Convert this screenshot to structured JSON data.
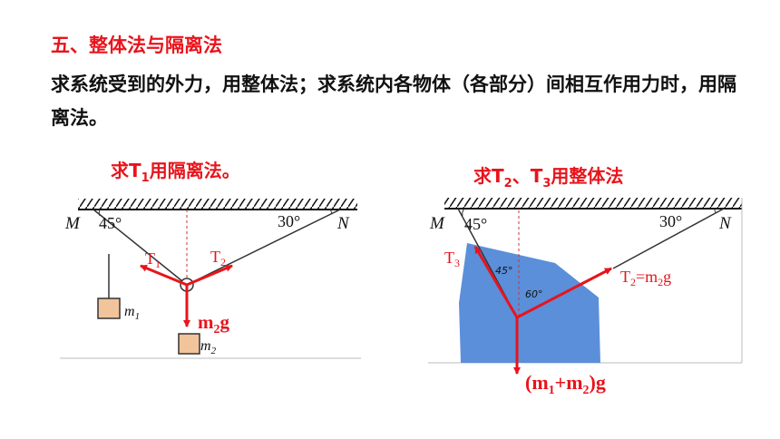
{
  "heading": "五、整体法与隔离法",
  "paragraph": "求系统受到的外力，用整体法；求系统内各物体（各部分）间相互作用力时，用隔离法。",
  "left": {
    "caption": {
      "pre": "求T",
      "sub": "1",
      "post": "用隔离法。"
    },
    "M": "M",
    "N": "N",
    "angle_left": "45°",
    "angle_right": "30°",
    "T1": {
      "main": "T",
      "sub": "1"
    },
    "T2": {
      "main": "T",
      "sub": "2"
    },
    "m1": {
      "main": "m",
      "sub": "1"
    },
    "m2": {
      "main": "m",
      "sub": "2"
    },
    "force": {
      "main": "m",
      "sub": "2",
      "post": "g"
    }
  },
  "right": {
    "caption": {
      "pre": "求T",
      "sub1": "2",
      "mid": "、T",
      "sub2": "3",
      "post": "用整体法"
    },
    "M": "M",
    "N": "N",
    "angle_left": "45°",
    "angle_right": "30°",
    "angle_45": "45°",
    "angle_60": "60°",
    "T3": {
      "main": "T",
      "sub": "3"
    },
    "T2": {
      "main": "T",
      "sub": "2",
      "eq": "=m",
      "sub2": "2",
      "post": "g"
    },
    "force": {
      "open": "(m",
      "sub1": "1",
      "plus": "+m",
      "sub2": "2",
      "post": ")g"
    }
  },
  "colors": {
    "red": "#e8141c",
    "blue": "#5b8fd9",
    "block": "#f2c49b",
    "black": "#111111"
  }
}
